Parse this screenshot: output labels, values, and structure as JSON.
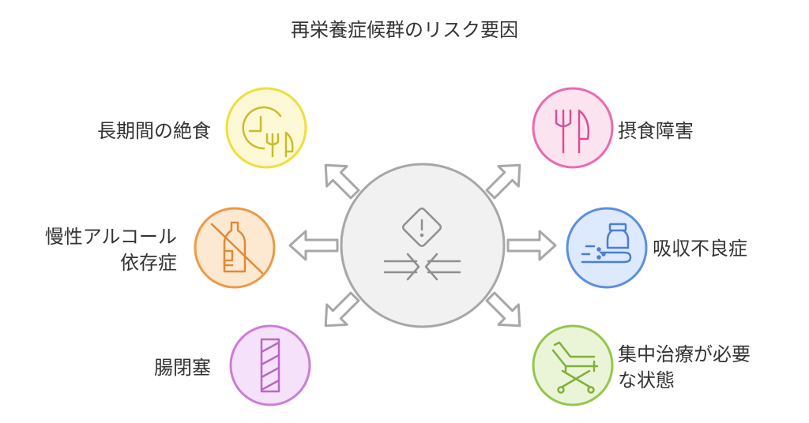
{
  "title": "再栄養症候群のリスク要因",
  "factors": [
    {
      "label": "長期間の絶食",
      "icon": "clock-fork-knife-icon",
      "fill": "#fdf8d5",
      "stroke": "#ece03a"
    },
    {
      "label": "慢性アルコール依存症",
      "line1": "慢性アルコール",
      "line2": "依存症",
      "icon": "no-alcohol-bottle-icon",
      "fill": "#fde9d2",
      "stroke": "#ec9a45"
    },
    {
      "label": "腸閉塞",
      "icon": "blocked-tube-icon",
      "fill": "#f6e1fa",
      "stroke": "#c97fd6"
    },
    {
      "label": "摂食障害",
      "icon": "fork-knife-icon",
      "fill": "#fce3f0",
      "stroke": "#e96aae"
    },
    {
      "label": "吸収不良症",
      "icon": "absorption-bottle-icon",
      "fill": "#dde9fc",
      "stroke": "#5b8fe0"
    },
    {
      "label": "集中治療が必要な状態",
      "line1": "集中治療が必要",
      "line2": "な状態",
      "icon": "hospital-bed-icon",
      "fill": "#eaf5d8",
      "stroke": "#96c54e"
    }
  ],
  "hub": {
    "icon": "warning-converge-icon",
    "fill": "#f1f1f1",
    "stroke": "#a7a7a7"
  }
}
